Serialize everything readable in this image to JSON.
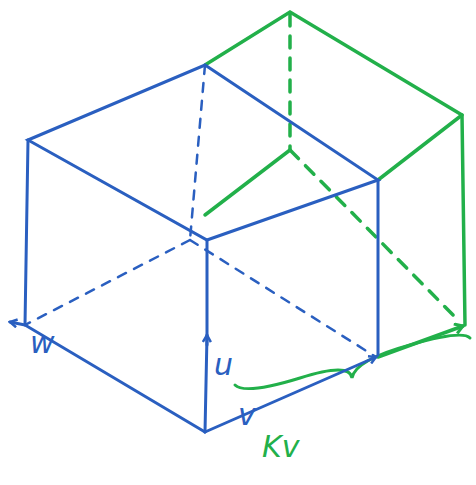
{
  "diagram": {
    "labels": [
      "w",
      "u",
      "v",
      "Kv"
    ]
  }
}
